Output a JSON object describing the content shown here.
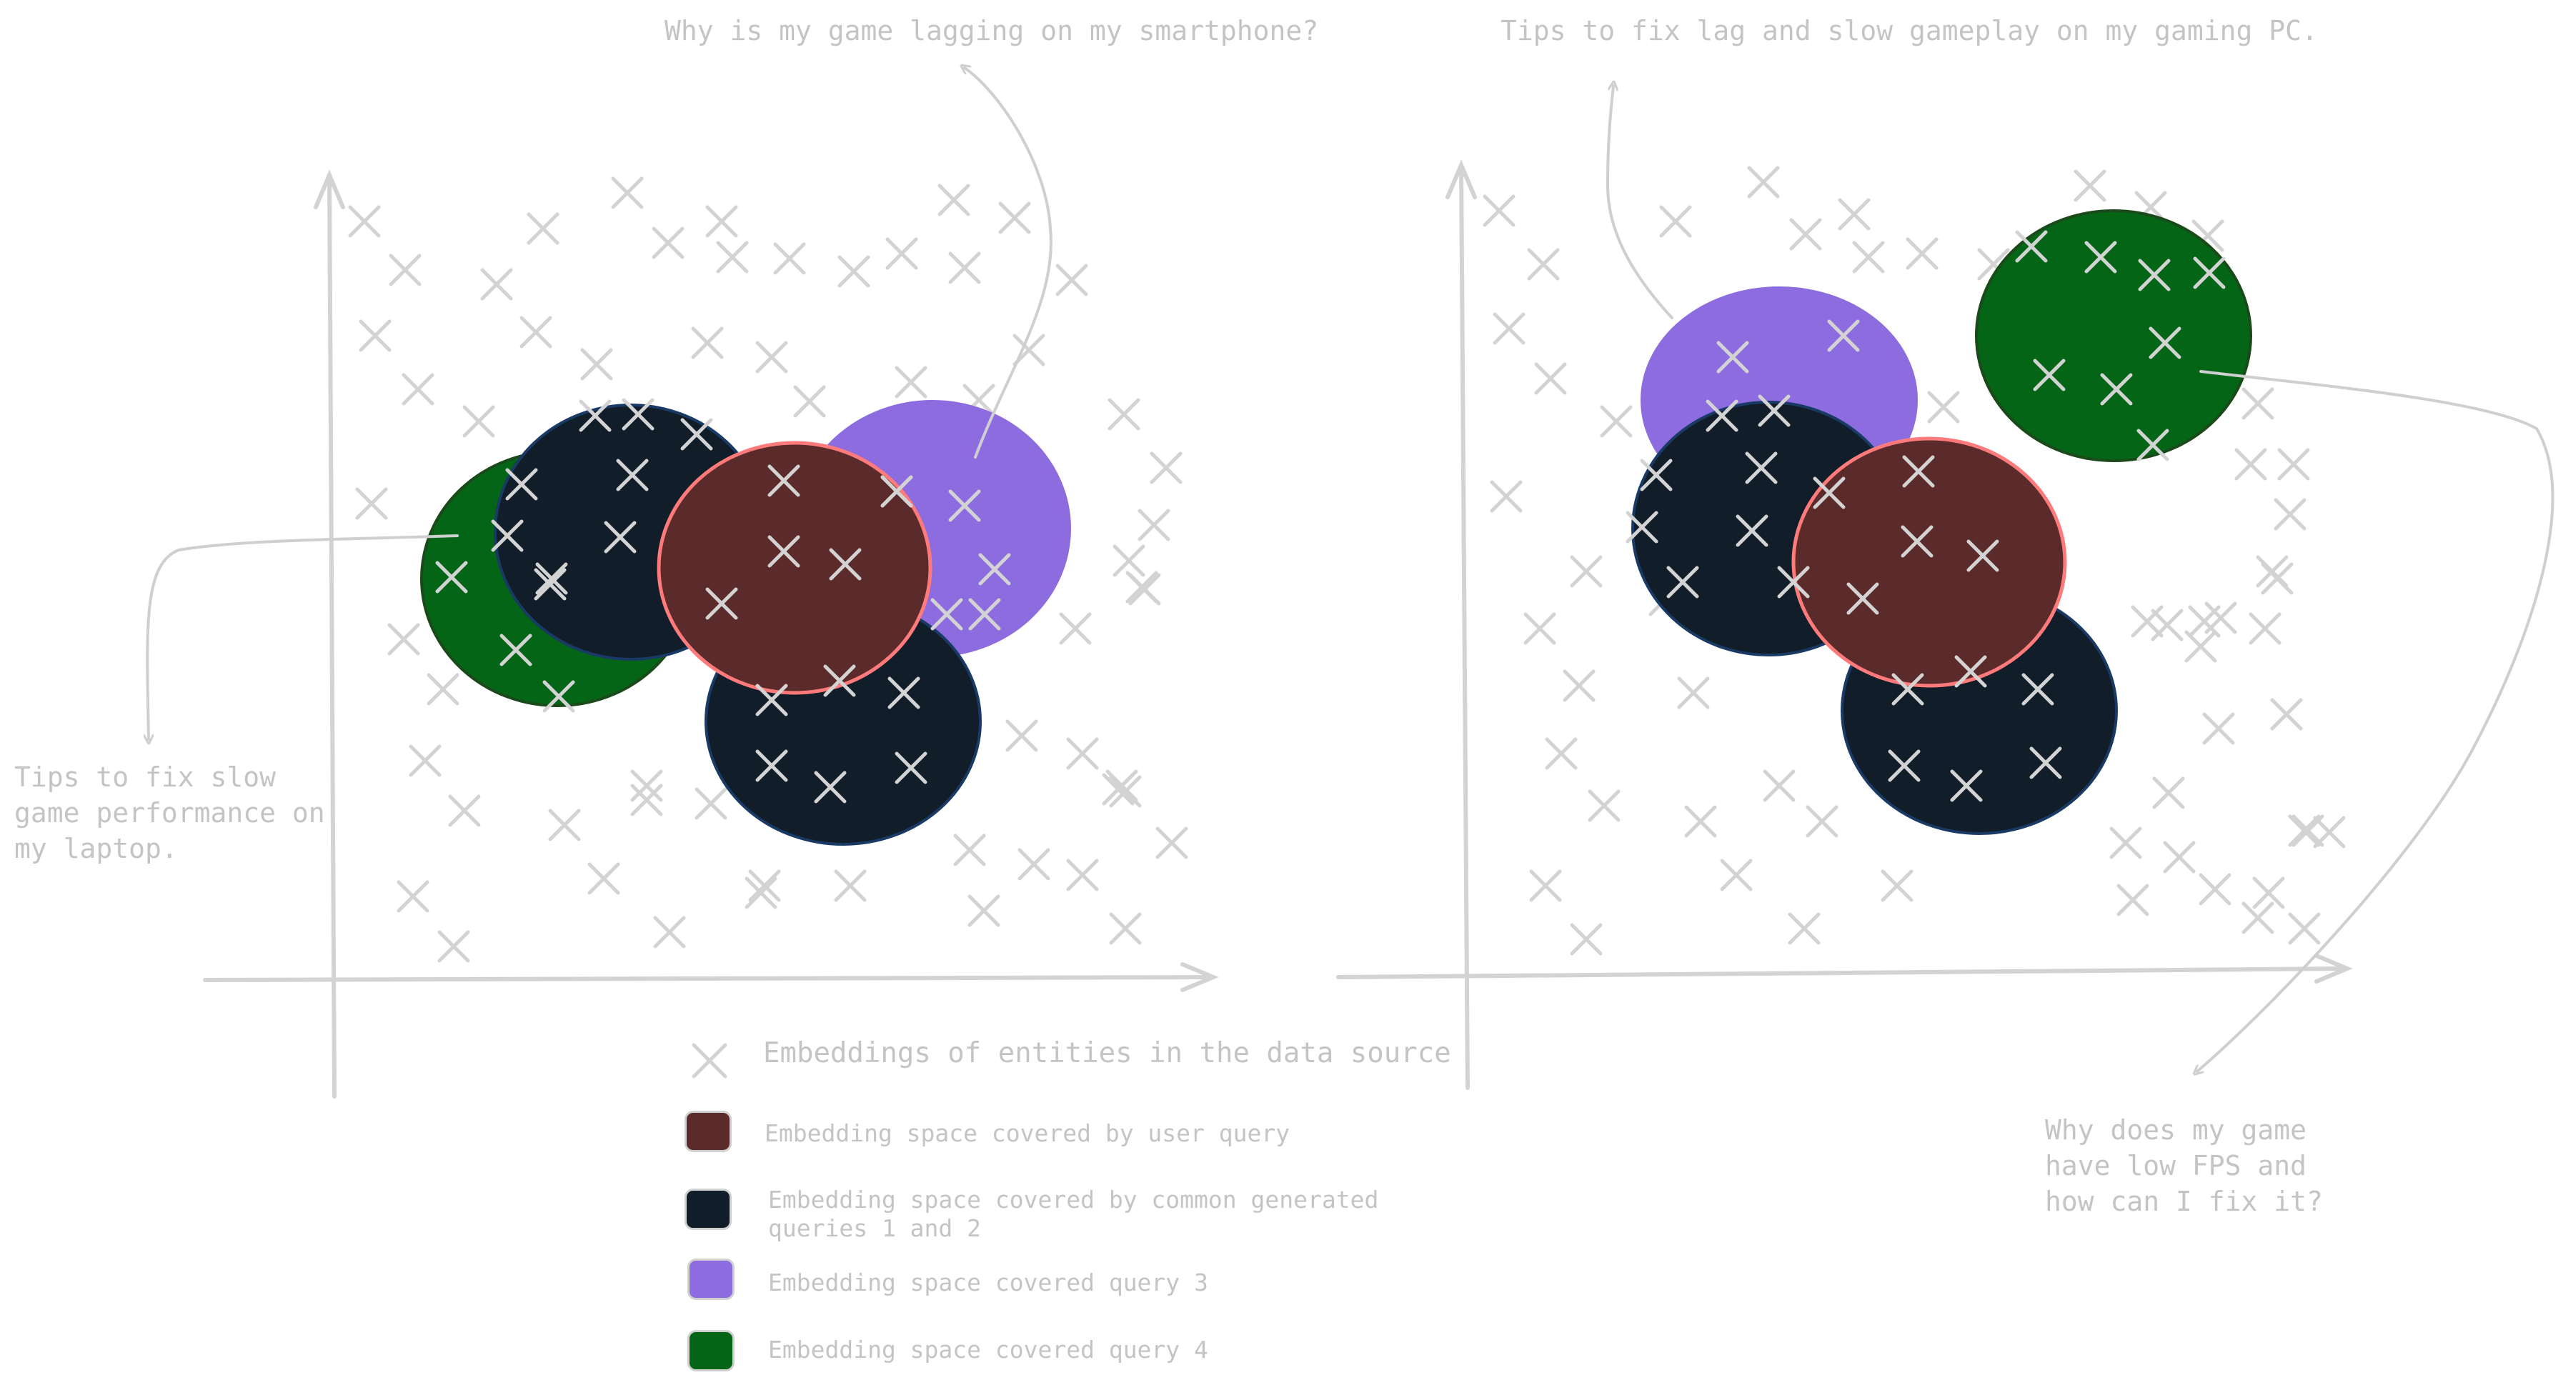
{
  "labels": {
    "left_top_query": "Why is my game lagging on my smartphone?",
    "left_side_query": "Tips to fix slow\ngame performance on\nmy laptop.",
    "right_top_query": "Tips to fix lag and slow gameplay on my gaming PC.",
    "right_side_query": "Why does my game\nhave low FPS and\nhow can I fix it?"
  },
  "legend": [
    {
      "key": "entities",
      "label": "Embeddings of entities in the data source"
    },
    {
      "key": "user_query",
      "label": "Embedding space covered by user query",
      "color": "#5b2a2a"
    },
    {
      "key": "common",
      "label": "Embedding space covered by common generated\nqueries 1 and 2",
      "color": "#111d28"
    },
    {
      "key": "q3",
      "label": "Embedding space covered query 3",
      "color": "#8c6cde"
    },
    {
      "key": "q4",
      "label": "Embedding space covered query 4",
      "color": "#046516"
    }
  ],
  "colors": {
    "user_query": "#5b2a2a",
    "user_query_border": "#ff7b7b",
    "common": "#111d28",
    "common_border": "#1a3a66",
    "q3": "#8c6cde",
    "q4": "#046516",
    "q4_border": "#1a4a1a",
    "marks": "#d0d0d0"
  }
}
